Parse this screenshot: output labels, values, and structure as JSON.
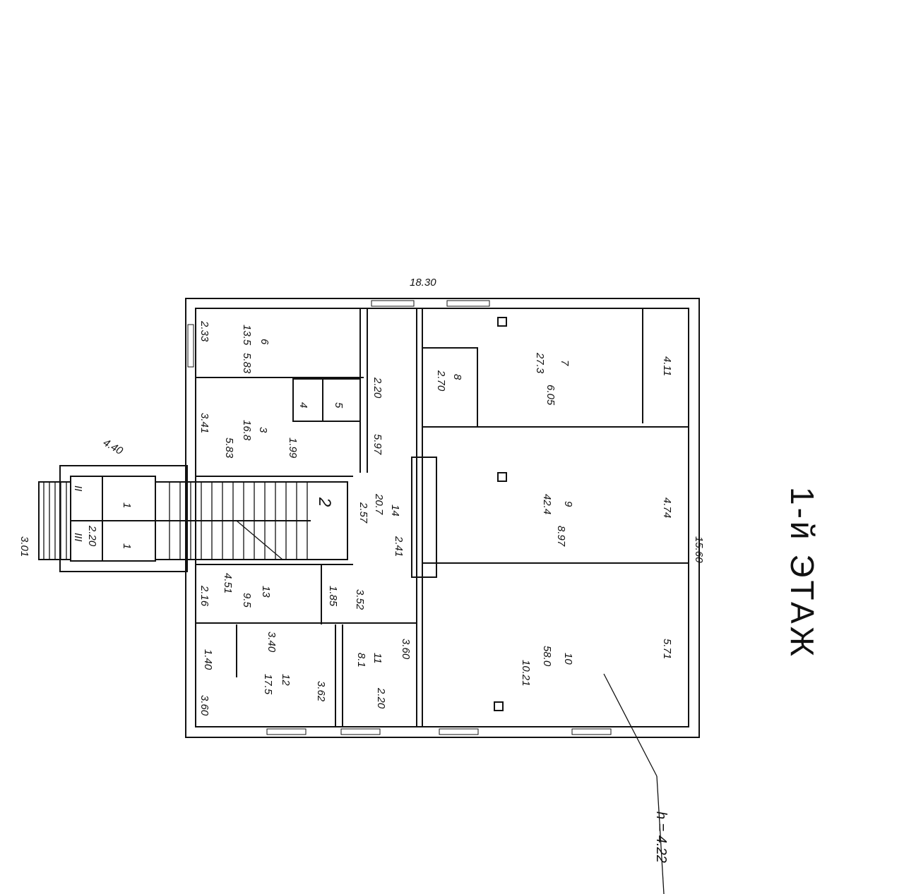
{
  "title": "1-й ЭТАЖ",
  "height_note": "h = 4.22",
  "dimensions": {
    "overall_length": "18.30",
    "overall_width": "15.60",
    "porch_width": "4.40",
    "steps_length": "3.01",
    "steps_depth": "2.20"
  },
  "rooms": [
    {
      "id": "1",
      "no": "1"
    },
    {
      "id": "1b",
      "no": "1"
    },
    {
      "id": "2",
      "no": "2"
    },
    {
      "id": "3",
      "no": "3",
      "area": "16.8",
      "dims": [
        "3.41",
        "5.83",
        "1.99"
      ]
    },
    {
      "id": "4",
      "no": "4"
    },
    {
      "id": "5",
      "no": "5"
    },
    {
      "id": "6",
      "no": "6",
      "area": "13.5",
      "dims": [
        "2.33",
        "5.83"
      ]
    },
    {
      "id": "7",
      "no": "7",
      "area": "27.3",
      "dims": [
        "6.05",
        "4.11"
      ]
    },
    {
      "id": "8",
      "no": "8",
      "dims": [
        "2.70"
      ]
    },
    {
      "id": "9",
      "no": "9",
      "area": "42.4",
      "dims": [
        "8.97",
        "4.74"
      ]
    },
    {
      "id": "10",
      "no": "10",
      "area": "58.0",
      "dims": [
        "10.21",
        "5.71"
      ]
    },
    {
      "id": "11",
      "no": "11",
      "area": "8.1",
      "dims": [
        "2.20",
        "3.60"
      ]
    },
    {
      "id": "12",
      "no": "12",
      "area": "17.5",
      "dims": [
        "3.40",
        "1.40",
        "3.60",
        "3.62"
      ]
    },
    {
      "id": "13",
      "no": "13",
      "area": "9.5",
      "dims": [
        "4.51",
        "2.16"
      ]
    },
    {
      "id": "14",
      "no": "14",
      "area": "20.7",
      "dims": [
        "2.57",
        "2.41",
        "5.97",
        "2.20",
        "3.52",
        "1.85"
      ]
    }
  ],
  "porch_marks": [
    "II",
    "III"
  ]
}
